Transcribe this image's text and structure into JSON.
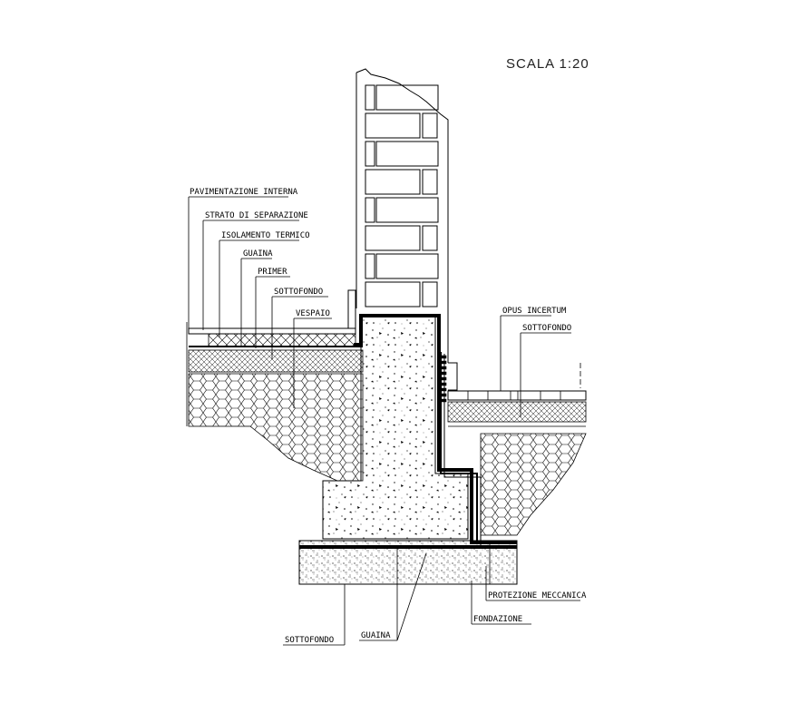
{
  "scale_label": "SCALA  1:20",
  "labels": {
    "pavimentazione_interna": "PAVIMENTAZIONE INTERNA",
    "strato_di_separazione": "STRATO DI SEPARAZIONE",
    "isolamento_termico": "ISOLAMENTO TERMICO",
    "guaina_top": "GUAINA",
    "primer": "PRIMER",
    "sottofondo_left": "SOTTOFONDO",
    "vespaio": "VESPAIO",
    "opus_incertum": "OPUS INCERTUM",
    "sottofondo_right": "SOTTOFONDO",
    "protezione_meccanica": "PROTEZIONE MECCANICA",
    "fondazione": "FONDAZIONE",
    "guaina_bottom": "GUAINA",
    "sottofondo_bottom": "SOTTOFONDO"
  },
  "colors": {
    "ink": "#000000",
    "background": "#ffffff"
  }
}
